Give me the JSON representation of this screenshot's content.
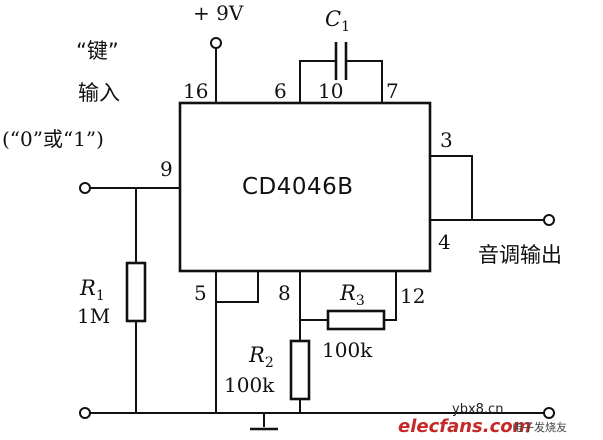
{
  "circuit": {
    "chip": "CD4046B",
    "supply": "+ 9V",
    "key_input_line1": "“键”",
    "key_input_line2": "输入",
    "key_input_values": "(“0”或“1”)",
    "output_label": "音调输出",
    "pins": {
      "p16": "16",
      "p6": "6",
      "p10": "10",
      "p7": "7",
      "p9": "9",
      "p3": "3",
      "p4": "4",
      "p5": "5",
      "p8": "8",
      "p12": "12"
    },
    "capacitor": {
      "letter": "C",
      "sub": "1"
    },
    "r1": {
      "letter": "R",
      "sub": "1",
      "value": "1M"
    },
    "r2": {
      "letter": "R",
      "sub": "2",
      "value": "100k"
    },
    "r3": {
      "letter": "R",
      "sub": "3",
      "value": "100k"
    }
  },
  "watermark": {
    "site": "ybx8.cn",
    "brand": "elecfans.com",
    "tagline": "电子发烧友"
  }
}
